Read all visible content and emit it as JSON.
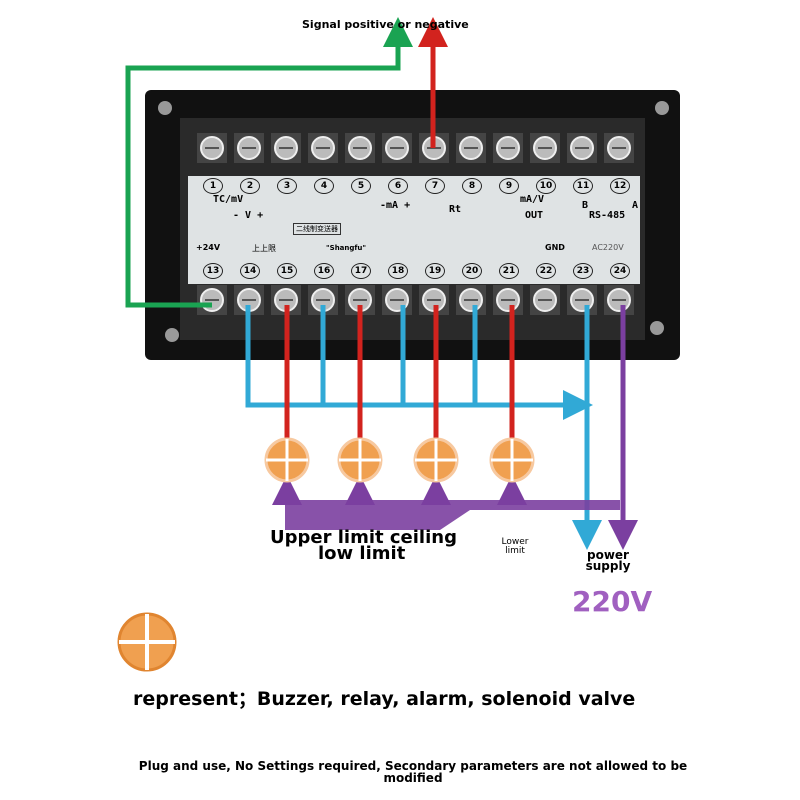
{
  "title": "Signal positive or negative",
  "colors": {
    "green": "#1aa352",
    "red": "#d2231e",
    "blue": "#31a9d6",
    "purple": "#7b3fa0",
    "orange": "#f0a050",
    "device": "#111111",
    "panel": "#dfe3e4"
  },
  "top_terminals": [
    "1",
    "2",
    "3",
    "4",
    "5",
    "6",
    "7",
    "8",
    "9",
    "10",
    "11",
    "12"
  ],
  "bottom_terminals": [
    "13",
    "14",
    "15",
    "16",
    "17",
    "18",
    "19",
    "20",
    "21",
    "22",
    "23",
    "24"
  ],
  "panel_labels": {
    "tc_mv": "TC/mV",
    "v": "- V +",
    "ma": "-mA +",
    "rt": "Rt",
    "out_ma_v": "mA/V",
    "out": "OUT",
    "rs485": "RS-485",
    "b": "B",
    "a": "A",
    "two_wire": "二线制变送器",
    "plus24v": "+24V",
    "upper": "上上限",
    "brand": "\"Shangfu\"",
    "gnd": "GND",
    "ac220v": "AC220V"
  },
  "labels": {
    "upper_limit": "Upper limit ceiling",
    "low_limit": "low limit",
    "lower_limit": "Lower limit",
    "power_supply": "power supply",
    "voltage": "220V",
    "represent": "represent；Buzzer, relay, alarm, solenoid valve",
    "footer": "Plug and use,  No Settings required,  Secondary parameters are not allowed to be modified"
  }
}
